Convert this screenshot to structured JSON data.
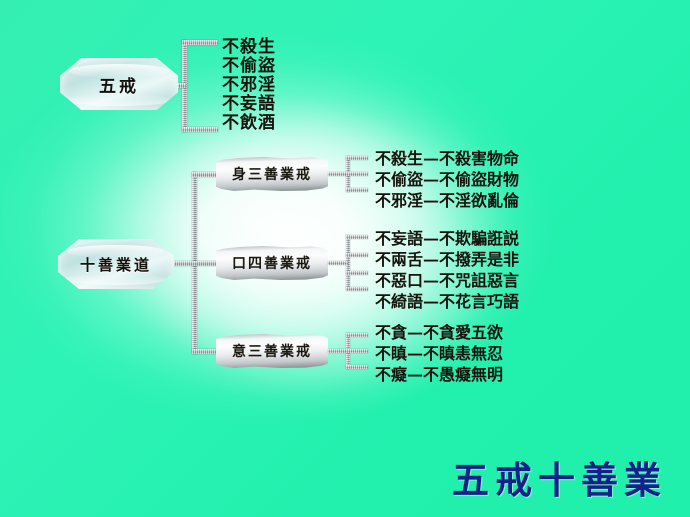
{
  "slide": {
    "title": "五戒十善業",
    "background_color": "#2ff0b4",
    "glow_color": "#ffffff",
    "title_color": "#15208a"
  },
  "nodes": {
    "five_precepts": {
      "label": "五戒"
    },
    "ten_good_deeds": {
      "label": "十善業道"
    }
  },
  "five_precepts_list": [
    "不殺生",
    "不偷盜",
    "不邪淫",
    "不妄語",
    "不飲酒"
  ],
  "branches": [
    {
      "heading": "身三善業戒",
      "items": [
        "不殺生—不殺害物命",
        "不偷盜—不偷盜財物",
        "不邪淫—不淫欲亂倫"
      ]
    },
    {
      "heading": "口四善業戒",
      "items": [
        "不妄語—不欺騙誑説",
        "不兩舌—不撥弄是非",
        "不惡口—不咒詛惡言",
        "不綺語—不花言巧語"
      ]
    },
    {
      "heading": "意三善業戒",
      "items": [
        "不貪—不貪愛五欲",
        "不瞋—不瞋恚無忍",
        "不癡—不愚癡無明"
      ]
    }
  ]
}
